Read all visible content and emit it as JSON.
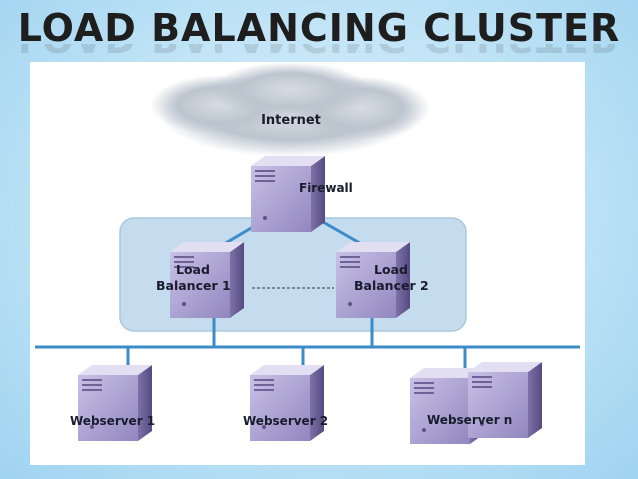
{
  "title": "LOAD BALANCING CLUSTER",
  "nodes": {
    "internet": "Internet",
    "firewall": "Firewall",
    "lb1_line1": "Load",
    "lb1_line2": "Balancer 1",
    "lb2_line1": "Load",
    "lb2_line2": "Balancer 2",
    "ws1": "Webserver 1",
    "ws2": "Webserver 2",
    "wsn": "Webserver n"
  },
  "colors": {
    "server_front": "#a9a0cf",
    "server_side": "#6f6598",
    "server_top": "#d9d4ee",
    "link": "#3c8cc8",
    "cluster_box": "#c4dcee",
    "background": "#bfe3f6"
  }
}
